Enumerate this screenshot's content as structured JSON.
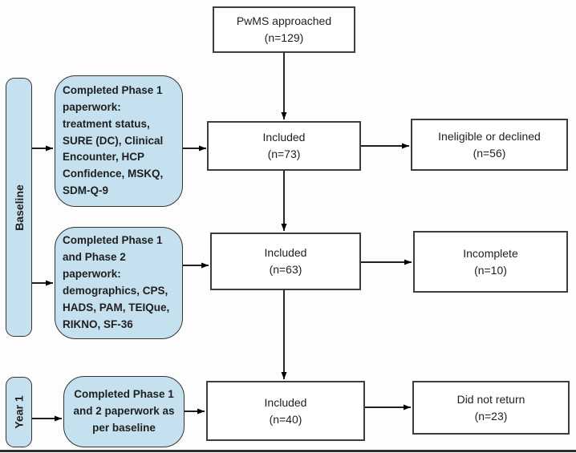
{
  "figure": {
    "stages": {
      "baseline": {
        "label": "Baseline"
      },
      "year1": {
        "label": "Year 1"
      }
    },
    "paperwork_boxes": {
      "phase1": {
        "text": "Completed Phase 1\npaperwork:\ntreatment status,\nSURE (DC), Clinical\nEncounter, HCP\nConfidence, MSKQ,\nSDM-Q-9"
      },
      "phase1_2": {
        "text": "Completed Phase 1\nand Phase 2\npaperwork:\ndemographics, CPS,\nHADS, PAM, TEIQue,\nRIKNO, SF-36"
      },
      "year1": {
        "text": "Completed Phase 1\nand 2 paperwork as\nper baseline"
      }
    },
    "nodes": {
      "approached": {
        "label": "PwMS approached",
        "n": "(n=129)"
      },
      "included_73": {
        "label": "Included",
        "n": "(n=73)"
      },
      "ineligible": {
        "label": "Ineligible or declined",
        "n": "(n=56)"
      },
      "included_63": {
        "label": "Included",
        "n": "(n=63)"
      },
      "incomplete": {
        "label": "Incomplete",
        "n": "(n=10)"
      },
      "included_40": {
        "label": "Included",
        "n": "(n=40)"
      },
      "did_not_return": {
        "label": "Did not return",
        "n": "(n=23)"
      }
    },
    "colors": {
      "stage_fill": "#c5e1ef",
      "box_border": "#3d3d3d",
      "text": "#1f1f1f",
      "arrow": "#000000"
    }
  }
}
